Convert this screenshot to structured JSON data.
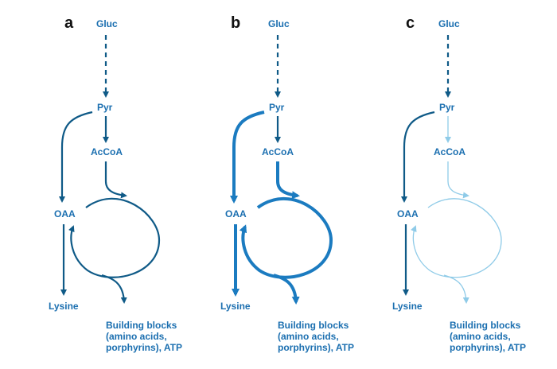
{
  "colors": {
    "dark": "#0f5a87",
    "medium": "#1b7bc0",
    "light": "#8fcbe8",
    "label": "#1b6fb0",
    "letter": "#111111"
  },
  "panels": [
    {
      "letter": "a",
      "gluc": "Gluc",
      "pyr": "Pyr",
      "acoa": "AcCoA",
      "oaa": "OAA",
      "lysine": "Lysine",
      "products": [
        "Building blocks",
        "(amino acids,",
        "porphyrins), ATP"
      ],
      "flux": {
        "pyr_to_oaa": "dark",
        "pyr_to_acoa": "dark",
        "cycle": "dark",
        "lysine": "dark"
      }
    },
    {
      "letter": "b",
      "gluc": "Gluc",
      "pyr": "Pyr",
      "acoa": "AcCoA",
      "oaa": "OAA",
      "lysine": "Lysine",
      "products": [
        "Building blocks",
        "(amino acids,",
        "porphyrins), ATP"
      ],
      "flux": {
        "pyr_to_oaa": "medium",
        "pyr_to_acoa": "dark",
        "cycle": "medium",
        "lysine": "medium"
      }
    },
    {
      "letter": "c",
      "gluc": "Gluc",
      "pyr": "Pyr",
      "acoa": "AcCoA",
      "oaa": "OAA",
      "lysine": "Lysine",
      "products": [
        "Building blocks",
        "(amino acids,",
        "porphyrins), ATP"
      ],
      "flux": {
        "pyr_to_oaa": "dark",
        "pyr_to_acoa": "light",
        "cycle": "light",
        "lysine": "dark"
      }
    }
  ]
}
